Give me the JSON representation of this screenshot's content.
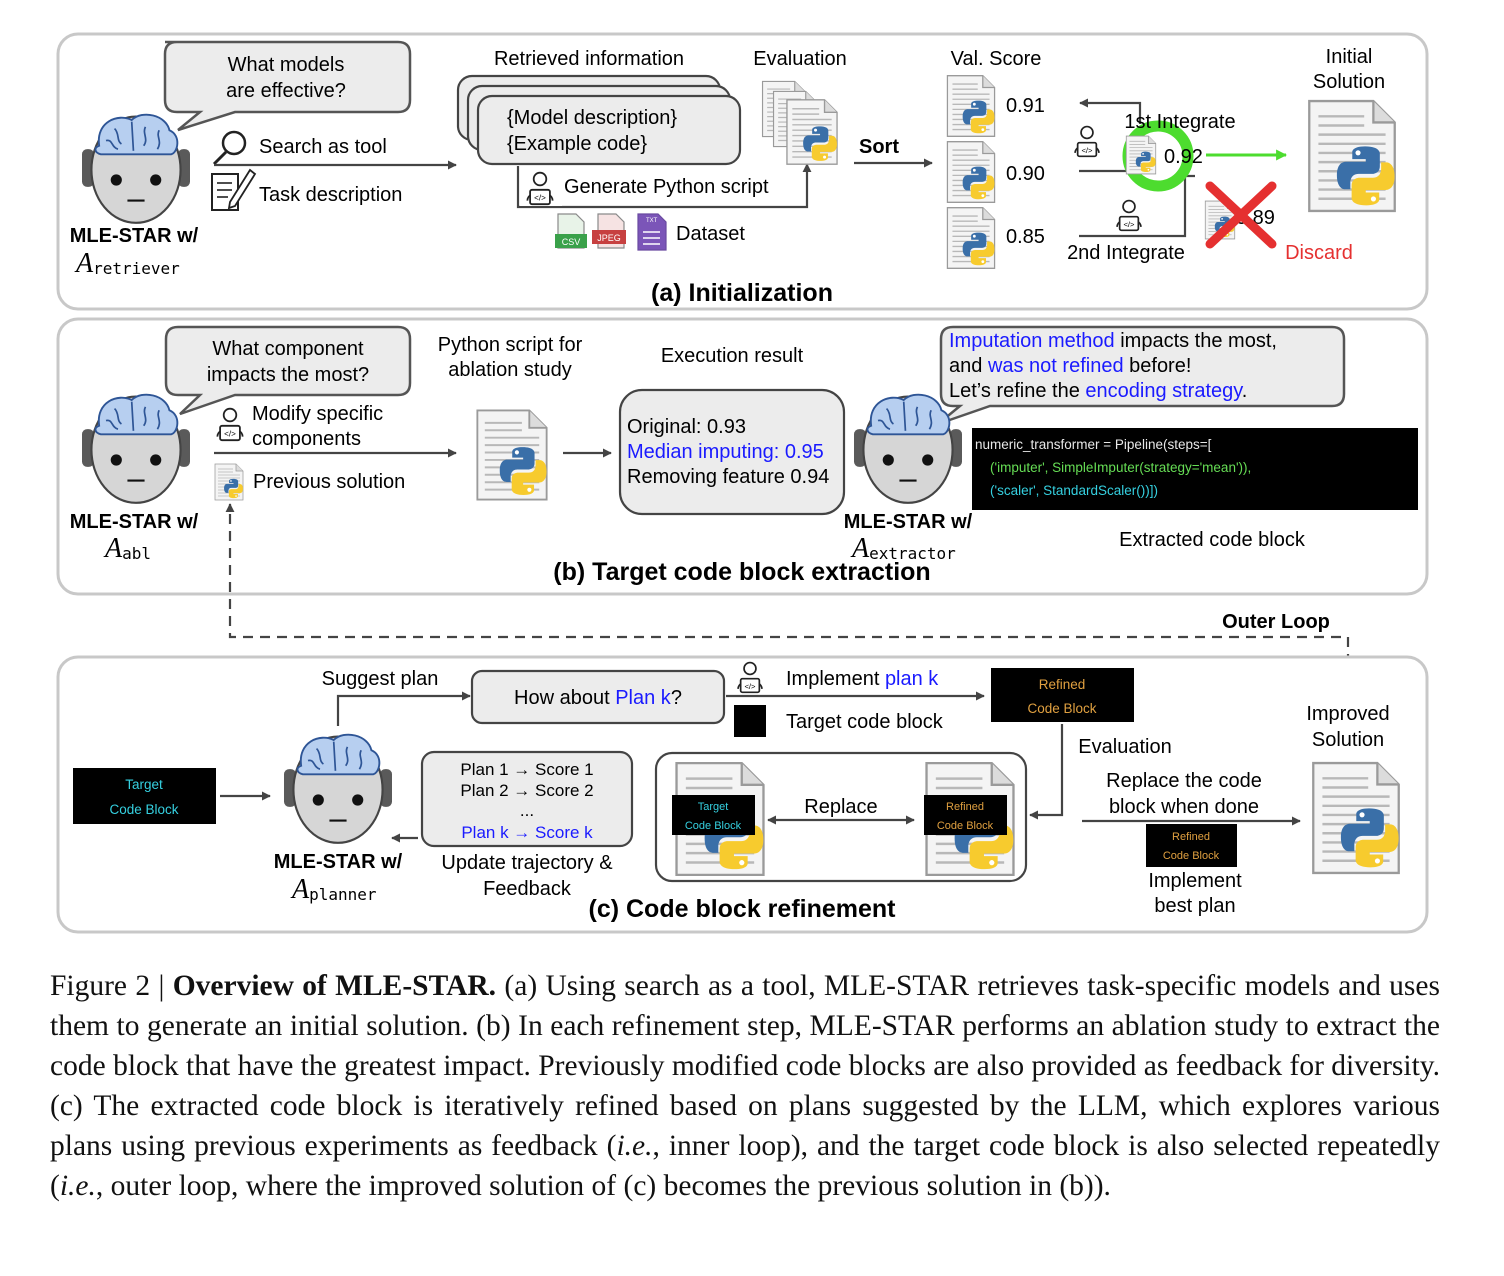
{
  "panel_a": {
    "title": "(a) Initialization",
    "question": [
      "What models",
      "are effective?"
    ],
    "search_tool": "Search as tool",
    "task_description": "Task description",
    "agent_label": "MLE-STAR w/",
    "agent_math_script": "A",
    "agent_math_sub": "retriever",
    "retrieved_header": "Retrieved information",
    "retrieved_lines": [
      "{Model description}",
      "{Example code}"
    ],
    "generate_script": "Generate Python script",
    "dataset": "Dataset",
    "file_badges": [
      "CSV",
      "JPEG",
      "TXT"
    ],
    "evaluation": "Evaluation",
    "sort": "Sort",
    "val_score_header": "Val. Score",
    "scores": [
      "0.91",
      "0.90",
      "0.85"
    ],
    "integrate_1": "1st Integrate",
    "integrate_2": "2nd Integrate",
    "merged_score": "0.92",
    "discarded_score": "0.89",
    "discard": "Discard",
    "initial_solution": [
      "Initial",
      "Solution"
    ]
  },
  "panel_b": {
    "title": "(b) Target code block extraction",
    "question": [
      "What component",
      "impacts the most?"
    ],
    "modify": [
      "Modify specific",
      "components"
    ],
    "previous_solution": "Previous solution",
    "agent_label": "MLE-STAR w/",
    "agent_math_script": "A",
    "agent_math_sub": "abl",
    "script_header": [
      "Python script for",
      "ablation study"
    ],
    "exec_header": "Execution result",
    "exec_lines": [
      "Original: 0.93",
      "Median imputing: 0.95",
      "Removing feature 0.94"
    ],
    "extractor_line1": [
      "Imputation method",
      " impacts the most,"
    ],
    "extractor_line2": [
      "and ",
      "was not refined",
      " before!"
    ],
    "extractor_line3": [
      "Let’s refine the ",
      "encoding strategy",
      "."
    ],
    "extractor_label": "MLE-STAR w/",
    "extractor_math_script": "A",
    "extractor_math_sub": "extractor",
    "code_lines": [
      "numeric_transformer = Pipeline(steps=[",
      "    ('imputer', SimpleImputer(strategy='mean')),",
      "    ('scaler', StandardScaler())])"
    ],
    "code_caption": "Extracted code block",
    "outer_loop": "Outer Loop"
  },
  "panel_c": {
    "title": "(c) Code block refinement",
    "target_block": [
      "Target",
      "Code Block"
    ],
    "suggest_plan": "Suggest plan",
    "how_about": [
      "How about ",
      "Plan k",
      "?"
    ],
    "implement": [
      "Implement ",
      "plan k"
    ],
    "target_code_block": "Target code block",
    "refined_block": [
      "Refined",
      "Code Block"
    ],
    "evaluation": "Evaluation",
    "improved_solution": [
      "Improved",
      "Solution"
    ],
    "plan_lines": [
      "Plan 1 → Score 1",
      "Plan 2 → Score 2",
      "...",
      "Plan k → Score k"
    ],
    "update": [
      "Update trajectory &",
      "Feedback"
    ],
    "agent_label": "MLE-STAR w/",
    "agent_math_script": "A",
    "agent_math_sub": "planner",
    "replace": "Replace",
    "replace_when_done": [
      "Replace the code",
      "block when done"
    ],
    "implement_best": [
      "Implement",
      "best plan"
    ]
  },
  "caption": {
    "figure": "Figure 2 | ",
    "bold": "Overview of MLE-STAR.",
    "t1": " (a) Using search as a tool, MLE-STAR retrieves task-specific models and uses them to generate an initial solution. (b) In each refinement step, MLE-STAR performs an ablation study to extract the code block that have the greatest impact. Previously modified code blocks are also provided as feedback for diversity. (c) The extracted code block is iteratively refined based on plans suggested by the LLM, which explores various plans using previous experiments as feedback (",
    "ie1": "i.e.",
    "t2": ", inner loop), and the target code block is also selected repeatedly (",
    "ie2": "i.e.",
    "t3": ", outer loop, where the improved solution of (c) becomes the previous solution in (b))."
  },
  "colors": {
    "blue": "#1a1aff",
    "red": "#e53030",
    "green": "#4ddc2f",
    "panel_border": "#c8c8c8",
    "bubble_fill": "#ececec",
    "code_bg": "#000000",
    "code_text": "#e8e8e8",
    "code_cyan": "#35d0e0",
    "code_green": "#66dd55",
    "code_string": "#e8d35a",
    "refined_text": "#e0a040"
  }
}
